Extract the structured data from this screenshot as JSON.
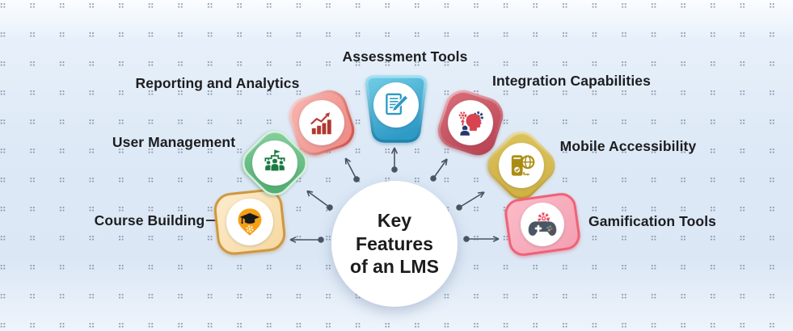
{
  "center": {
    "lines": [
      "Key",
      "Features",
      "of an LMS"
    ]
  },
  "features": [
    {
      "label": "Course Building",
      "icon": "graduation-cap-pin-icon",
      "colors": {
        "fill": "#f6d89f",
        "fill_light": "#fdeccd",
        "border": "#d0973f",
        "icon_main": "#f59f13",
        "icon_dark": "#16171b"
      }
    },
    {
      "label": "User Management",
      "icon": "school-people-icon",
      "colors": {
        "fill": "#4aa96b",
        "fill_light": "#8ad3a0",
        "border": "#d9f0dd",
        "icon_main": "#1a7a40"
      }
    },
    {
      "label": "Reporting and Analytics",
      "icon": "bar-chart-growth-icon",
      "colors": {
        "fill": "#ee8781",
        "fill_light": "#f8b6b1",
        "border": "#cb4a42",
        "icon_main": "#b2372f"
      }
    },
    {
      "label": "Assessment Tools",
      "icon": "document-pencil-icon",
      "colors": {
        "fill": "#2e9ac6",
        "fill_light": "#72cde6",
        "border": "#9fe0f2",
        "icon_main": "#2e9ac4"
      }
    },
    {
      "label": "Integration Capabilities",
      "icon": "head-gears-icon",
      "colors": {
        "fill": "#bf4453",
        "fill_light": "#d96f7a",
        "border": "#f0b6bc",
        "icon_main": "#d8434f",
        "icon_accent": "#23386e"
      }
    },
    {
      "label": "Mobile Accessibility",
      "icon": "phone-globe-icon",
      "colors": {
        "fill": "#cfb040",
        "fill_light": "#dcc35e",
        "border": "#f0e09a",
        "icon_main": "#ab8c12"
      }
    },
    {
      "label": "Gamification Tools",
      "icon": "gamepad-gear-icon",
      "colors": {
        "fill": "#f49fb1",
        "fill_light": "#fbbcc9",
        "border": "#ee6277",
        "icon_main": "#4b5563",
        "icon_accent": "#e84b63"
      }
    }
  ],
  "style": {
    "arrow_color": "#4a5462",
    "label_color": "#1d1d1f",
    "background_base": "#dde9f6",
    "dot_color": "#747f94",
    "center_fill": "#ffffff"
  }
}
